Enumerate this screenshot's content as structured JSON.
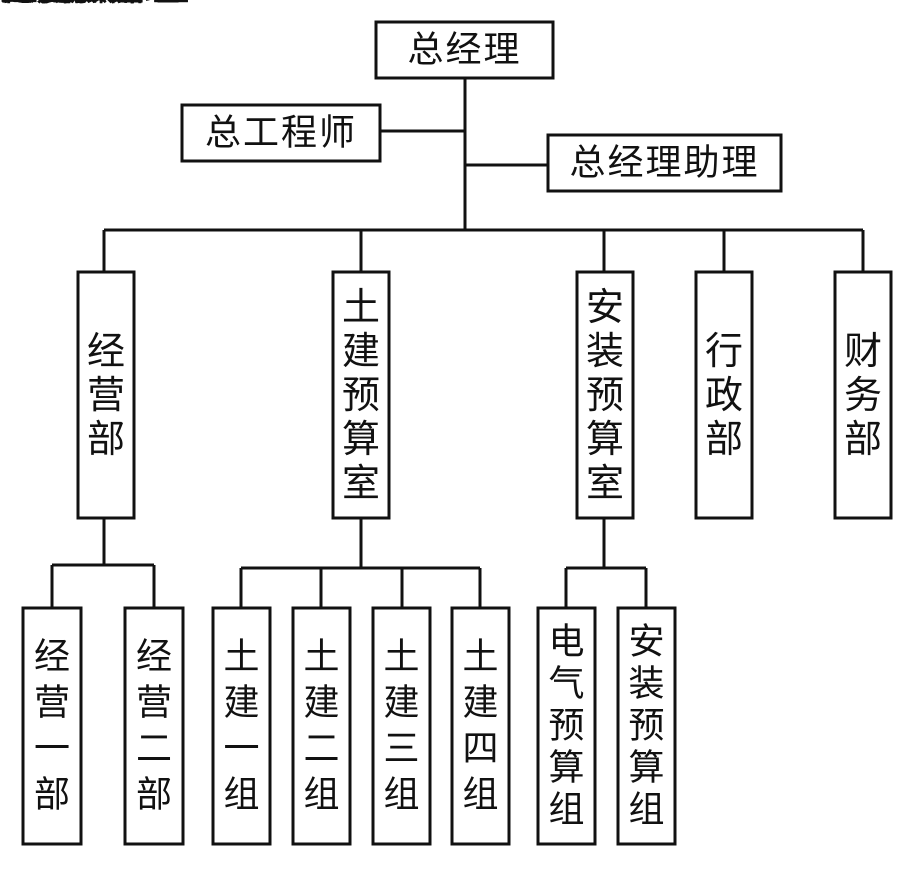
{
  "org_chart": {
    "root": {
      "label": "总经理"
    },
    "staff": [
      {
        "label": "总工程师"
      },
      {
        "label": "总经理助理"
      }
    ],
    "departments": [
      {
        "label": "经营部"
      },
      {
        "label": "土建预算室"
      },
      {
        "label": "安装预算室"
      },
      {
        "label": "行政部"
      },
      {
        "label": "财务部"
      }
    ],
    "sub_units": [
      {
        "label": "经营一部",
        "parent": "经营部"
      },
      {
        "label": "经营二部",
        "parent": "经营部"
      },
      {
        "label": "土建一组",
        "parent": "土建预算室"
      },
      {
        "label": "土建二组",
        "parent": "土建预算室"
      },
      {
        "label": "土建三组",
        "parent": "土建预算室"
      },
      {
        "label": "土建四组",
        "parent": "土建预算室"
      },
      {
        "label": "电气预算组",
        "parent": "安装预算室"
      },
      {
        "label": "安装预算组",
        "parent": "安装预算室"
      }
    ]
  }
}
